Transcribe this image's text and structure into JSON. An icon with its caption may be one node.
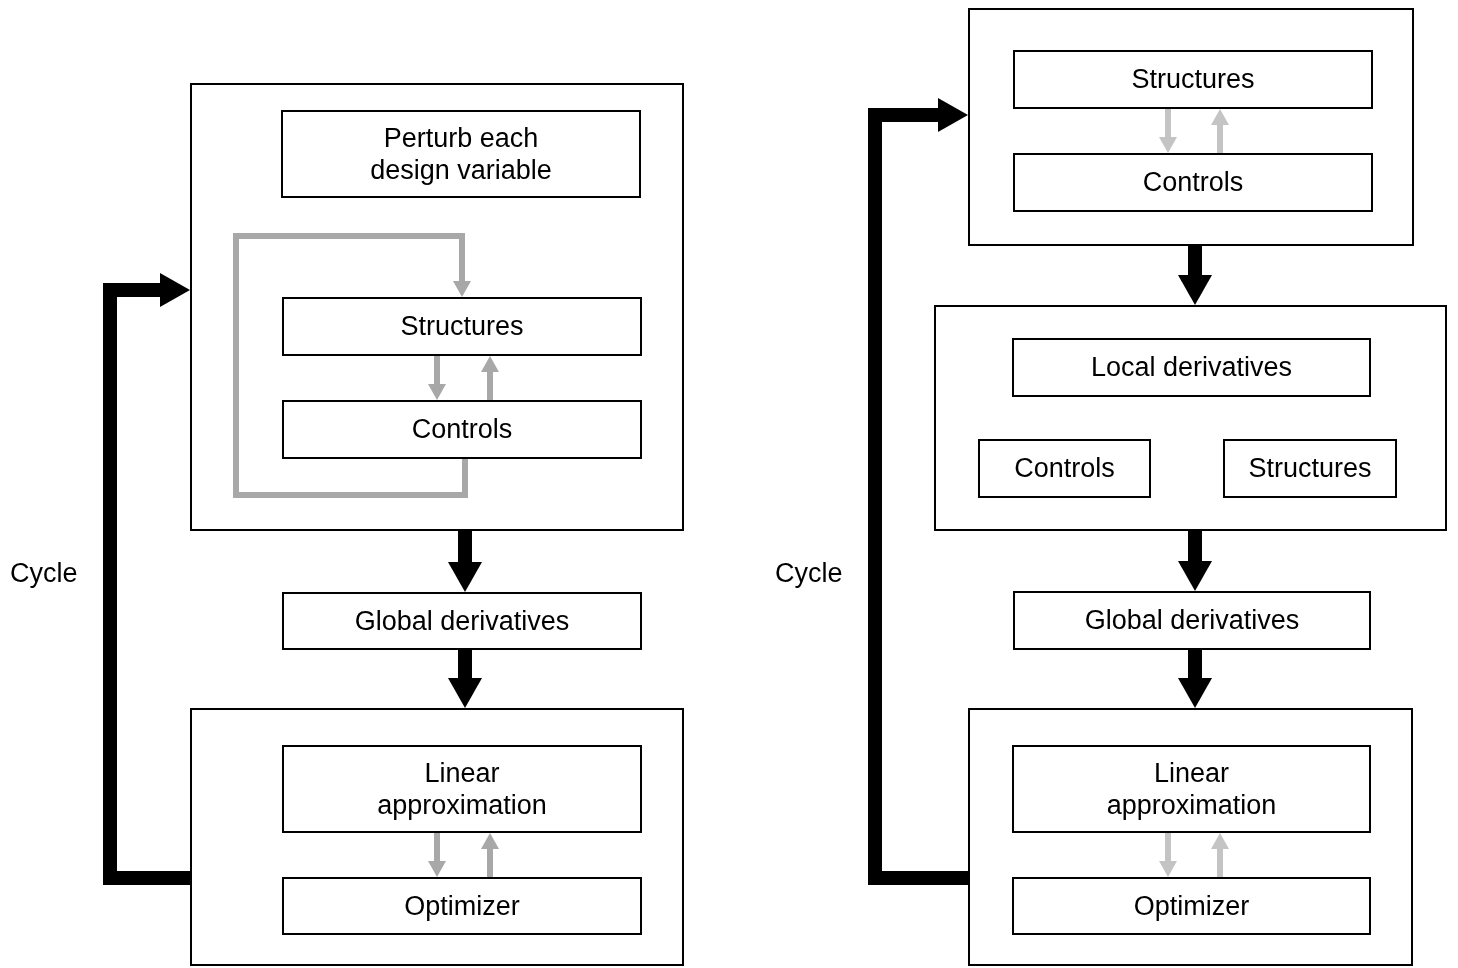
{
  "diagram": {
    "nodes": [
      {
        "text": [],
        "shape": "box"
      },
      {
        "text": [
          "Perturb each design variable"
        ],
        "in": 0
      },
      {
        "text": [
          "Structures"
        ],
        "in": 0
      },
      {
        "text": [
          "Controls"
        ],
        "in": 0
      },
      {
        "text": [
          "Global derivatives"
        ]
      },
      {
        "text": [],
        "shape": "box"
      },
      {
        "text": [
          "Linear approximation"
        ],
        "in": 5
      },
      {
        "text": [
          "Optimizer"
        ],
        "in": 5
      },
      {
        "text": [],
        "shape": "box"
      },
      {
        "text": [
          "Structures"
        ],
        "in": 8
      },
      {
        "text": [
          "Controls"
        ],
        "in": 8
      },
      {
        "text": [],
        "shape": "box"
      },
      {
        "text": [
          "Local derivatives"
        ],
        "in": 11
      },
      {
        "text": [
          "Controls"
        ],
        "in": 11
      },
      {
        "text": [
          "Structures"
        ],
        "in": 11
      },
      {
        "text": [
          "Global derivatives"
        ]
      },
      {
        "text": [],
        "shape": "box"
      },
      {
        "text": [
          "Linear approximation"
        ],
        "in": 16
      },
      {
        "text": [
          "Optimizer"
        ],
        "in": 16
      }
    ],
    "edges": [
      {
        "from": 3,
        "to": 2,
        "arrow": "to",
        "color": "#a8a8a8"
      },
      {
        "from": 2,
        "to": 3,
        "arrow": "to",
        "color": "#a8a8a8"
      },
      {
        "from": 3,
        "to": 2,
        "arrow": "to",
        "color": "#a8a8a8"
      },
      {
        "from": 0,
        "to": 4,
        "arrow": "to",
        "style": "thick"
      },
      {
        "from": 4,
        "to": 5,
        "arrow": "to",
        "style": "thick"
      },
      {
        "from": 5,
        "to": 0,
        "arrow": "to",
        "style": "thick",
        "label": "Cycle"
      },
      {
        "from": 6,
        "to": 7,
        "arrow": "to",
        "color": "#a8a8a8"
      },
      {
        "from": 7,
        "to": 6,
        "arrow": "to",
        "color": "#a8a8a8"
      },
      {
        "from": 9,
        "to": 10,
        "arrow": "to",
        "color": "#c4c4c4"
      },
      {
        "from": 10,
        "to": 9,
        "arrow": "to",
        "color": "#c4c4c4"
      },
      {
        "from": 8,
        "to": 11,
        "arrow": "to",
        "style": "thick"
      },
      {
        "from": 11,
        "to": 15,
        "arrow": "to",
        "style": "thick"
      },
      {
        "from": 15,
        "to": 16,
        "arrow": "to",
        "style": "thick"
      },
      {
        "from": 16,
        "to": 8,
        "arrow": "to",
        "style": "thick",
        "label": "Cycle"
      },
      {
        "from": 17,
        "to": 18,
        "arrow": "to",
        "color": "#c4c4c4"
      },
      {
        "from": 18,
        "to": 17,
        "arrow": "to",
        "color": "#c4c4c4"
      }
    ]
  }
}
